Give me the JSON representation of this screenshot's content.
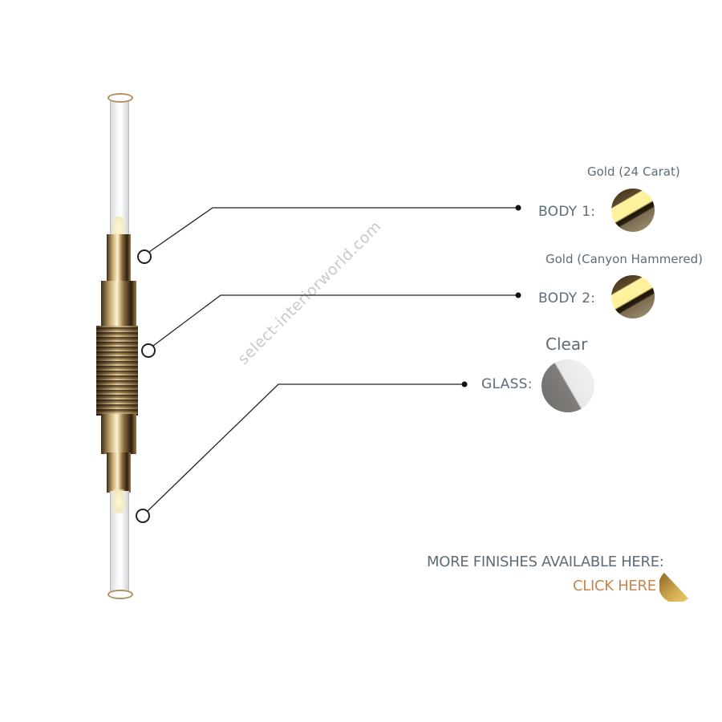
{
  "watermark": "select-interiorworld.com",
  "finishes": [
    {
      "label": "BODY 1:",
      "finish": "Gold (24 Carat)",
      "swatch": "gold-swatch"
    },
    {
      "label": "BODY 2:",
      "finish": "Gold (Canyon Hammered)",
      "swatch": "gold-hammered-swatch"
    },
    {
      "label": "GLASS:",
      "finish": "Clear",
      "swatch": "clear-glass-swatch"
    }
  ],
  "more": {
    "text": "MORE FINISHES AVAILABLE HERE:",
    "link": "CLICK HERE",
    "link_color": "#c8844e",
    "icon": "half-circle-gold-icon"
  }
}
